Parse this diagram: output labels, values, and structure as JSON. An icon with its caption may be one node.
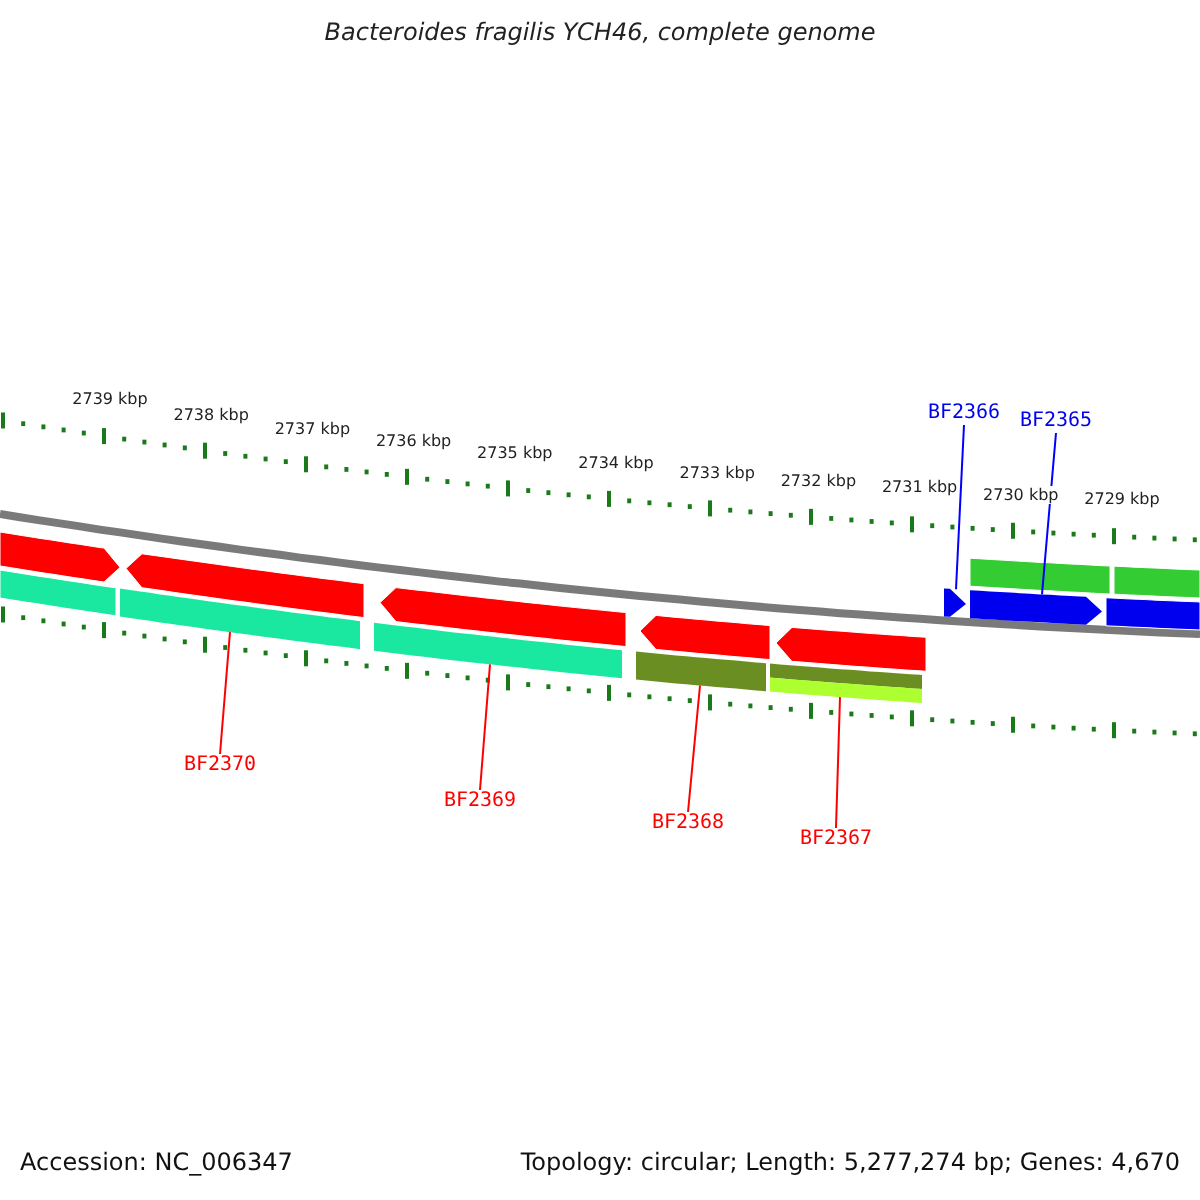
{
  "diagram": {
    "title": "Bacteroides fragilis YCH46, complete genome",
    "nodes": [
      {
        "text": [
          "BF2366"
        ]
      },
      {
        "text": [
          "BF2365"
        ]
      },
      {
        "text": [],
        "shape": "arrow"
      },
      {
        "text": [],
        "shape": "arrow"
      },
      {
        "text": [],
        "shape": "bar"
      },
      {
        "text": [],
        "shape": "bar"
      },
      {
        "text": [],
        "shape": "bar"
      },
      {
        "text": [],
        "shape": "bar"
      },
      {
        "text": [
          "BF2370"
        ]
      },
      {
        "text": [
          "BF2369"
        ]
      },
      {
        "text": [
          "BF2368"
        ]
      },
      {
        "text": [
          "BF2367"
        ]
      }
    ],
    "edges": [
      {
        "from": 0,
        "to": 2,
        "arrow": "none",
        "color": "#0000ff"
      },
      {
        "from": 1,
        "to": 3,
        "arrow": "none",
        "color": "#0000ff"
      },
      {
        "from": 8,
        "to": 4,
        "arrow": "none"
      },
      {
        "from": 9,
        "to": 5,
        "arrow": "none"
      },
      {
        "from": 10,
        "to": 6,
        "arrow": "none"
      },
      {
        "from": 11,
        "to": 7,
        "arrow": "none"
      }
    ],
    "labels": [
      "2739 kbp",
      "2738 kbp",
      "2737 kbp",
      "2736 kbp",
      "2735 kbp",
      "2734 kbp",
      "2733 kbp",
      "2732 kbp",
      "2731 kbp",
      "2730 kbp",
      "2729 kbp",
      "Accession: NC_006347",
      "Topology: circular; Length: 5,277,274 bp; Genes: 4,670"
    ]
  }
}
